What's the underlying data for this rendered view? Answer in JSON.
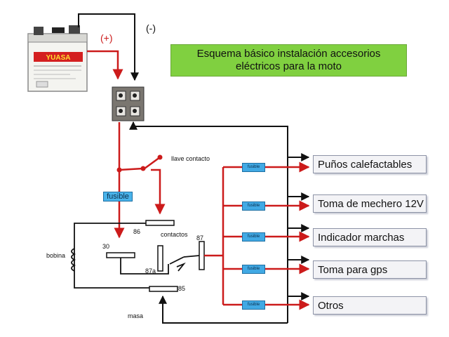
{
  "title": {
    "line1": "Esquema básico instalación accesorios",
    "line2": "eléctricos para la moto"
  },
  "battery": {
    "brand": "YUASA",
    "positive_label": "(+)",
    "negative_label": "(-)"
  },
  "main_fuse_label": "fusible",
  "ignition_label": "llave contacto",
  "relay": {
    "coil_label": "bobina",
    "contacts_label": "contactos",
    "terminals": {
      "t30": "30",
      "t86": "86",
      "t87": "87",
      "t87a": "87a",
      "t85": "85"
    }
  },
  "ground_label": "masa",
  "fuse_label": "fusible",
  "outputs": [
    "Puños calefactables",
    "Toma de mechero 12V",
    "Indicador marchas",
    "Toma para gps",
    "Otros"
  ],
  "colors": {
    "positive_wire": "#cc1b1b",
    "ground_wire": "#111111",
    "title_bg": "#80d040",
    "fuse_fill": "#41a9e4"
  }
}
